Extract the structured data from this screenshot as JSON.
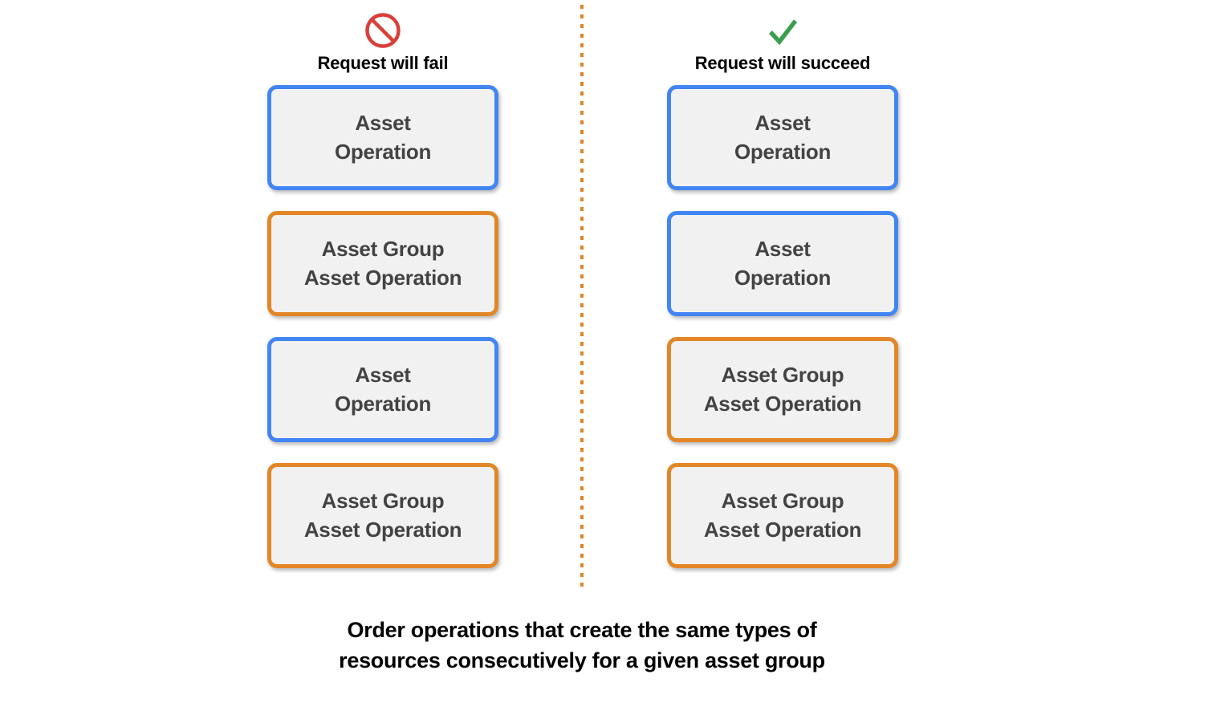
{
  "diagram": {
    "caption": "Order operations that create the same types of\nresources consecutively for a given asset group",
    "divider": {
      "style": "dotted-vertical",
      "color": "#E08428"
    },
    "colors": {
      "blue_border": "#4285F4",
      "orange_border": "#E38627",
      "box_fill": "#F1F1F1",
      "box_text": "#434343",
      "fail_icon": "#D93F38",
      "success_icon": "#3C9C50",
      "background": "#FFFFFF"
    },
    "columns": [
      {
        "id": "fail",
        "icon": "no-entry-icon",
        "icon_color": "#D93F38",
        "label": "Request will fail",
        "boxes": [
          {
            "text": "Asset\nOperation",
            "type": "asset-operation",
            "color": "blue"
          },
          {
            "text": "Asset Group\nAsset Operation",
            "type": "asset-group-asset-operation",
            "color": "orange"
          },
          {
            "text": "Asset\nOperation",
            "type": "asset-operation",
            "color": "blue"
          },
          {
            "text": "Asset Group\nAsset Operation",
            "type": "asset-group-asset-operation",
            "color": "orange"
          }
        ]
      },
      {
        "id": "succeed",
        "icon": "checkmark-icon",
        "icon_color": "#3C9C50",
        "label": "Request will succeed",
        "boxes": [
          {
            "text": "Asset\nOperation",
            "type": "asset-operation",
            "color": "blue"
          },
          {
            "text": "Asset\nOperation",
            "type": "asset-operation",
            "color": "blue"
          },
          {
            "text": "Asset Group\nAsset Operation",
            "type": "asset-group-asset-operation",
            "color": "orange"
          },
          {
            "text": "Asset Group\nAsset Operation",
            "type": "asset-group-asset-operation",
            "color": "orange"
          }
        ]
      }
    ]
  }
}
